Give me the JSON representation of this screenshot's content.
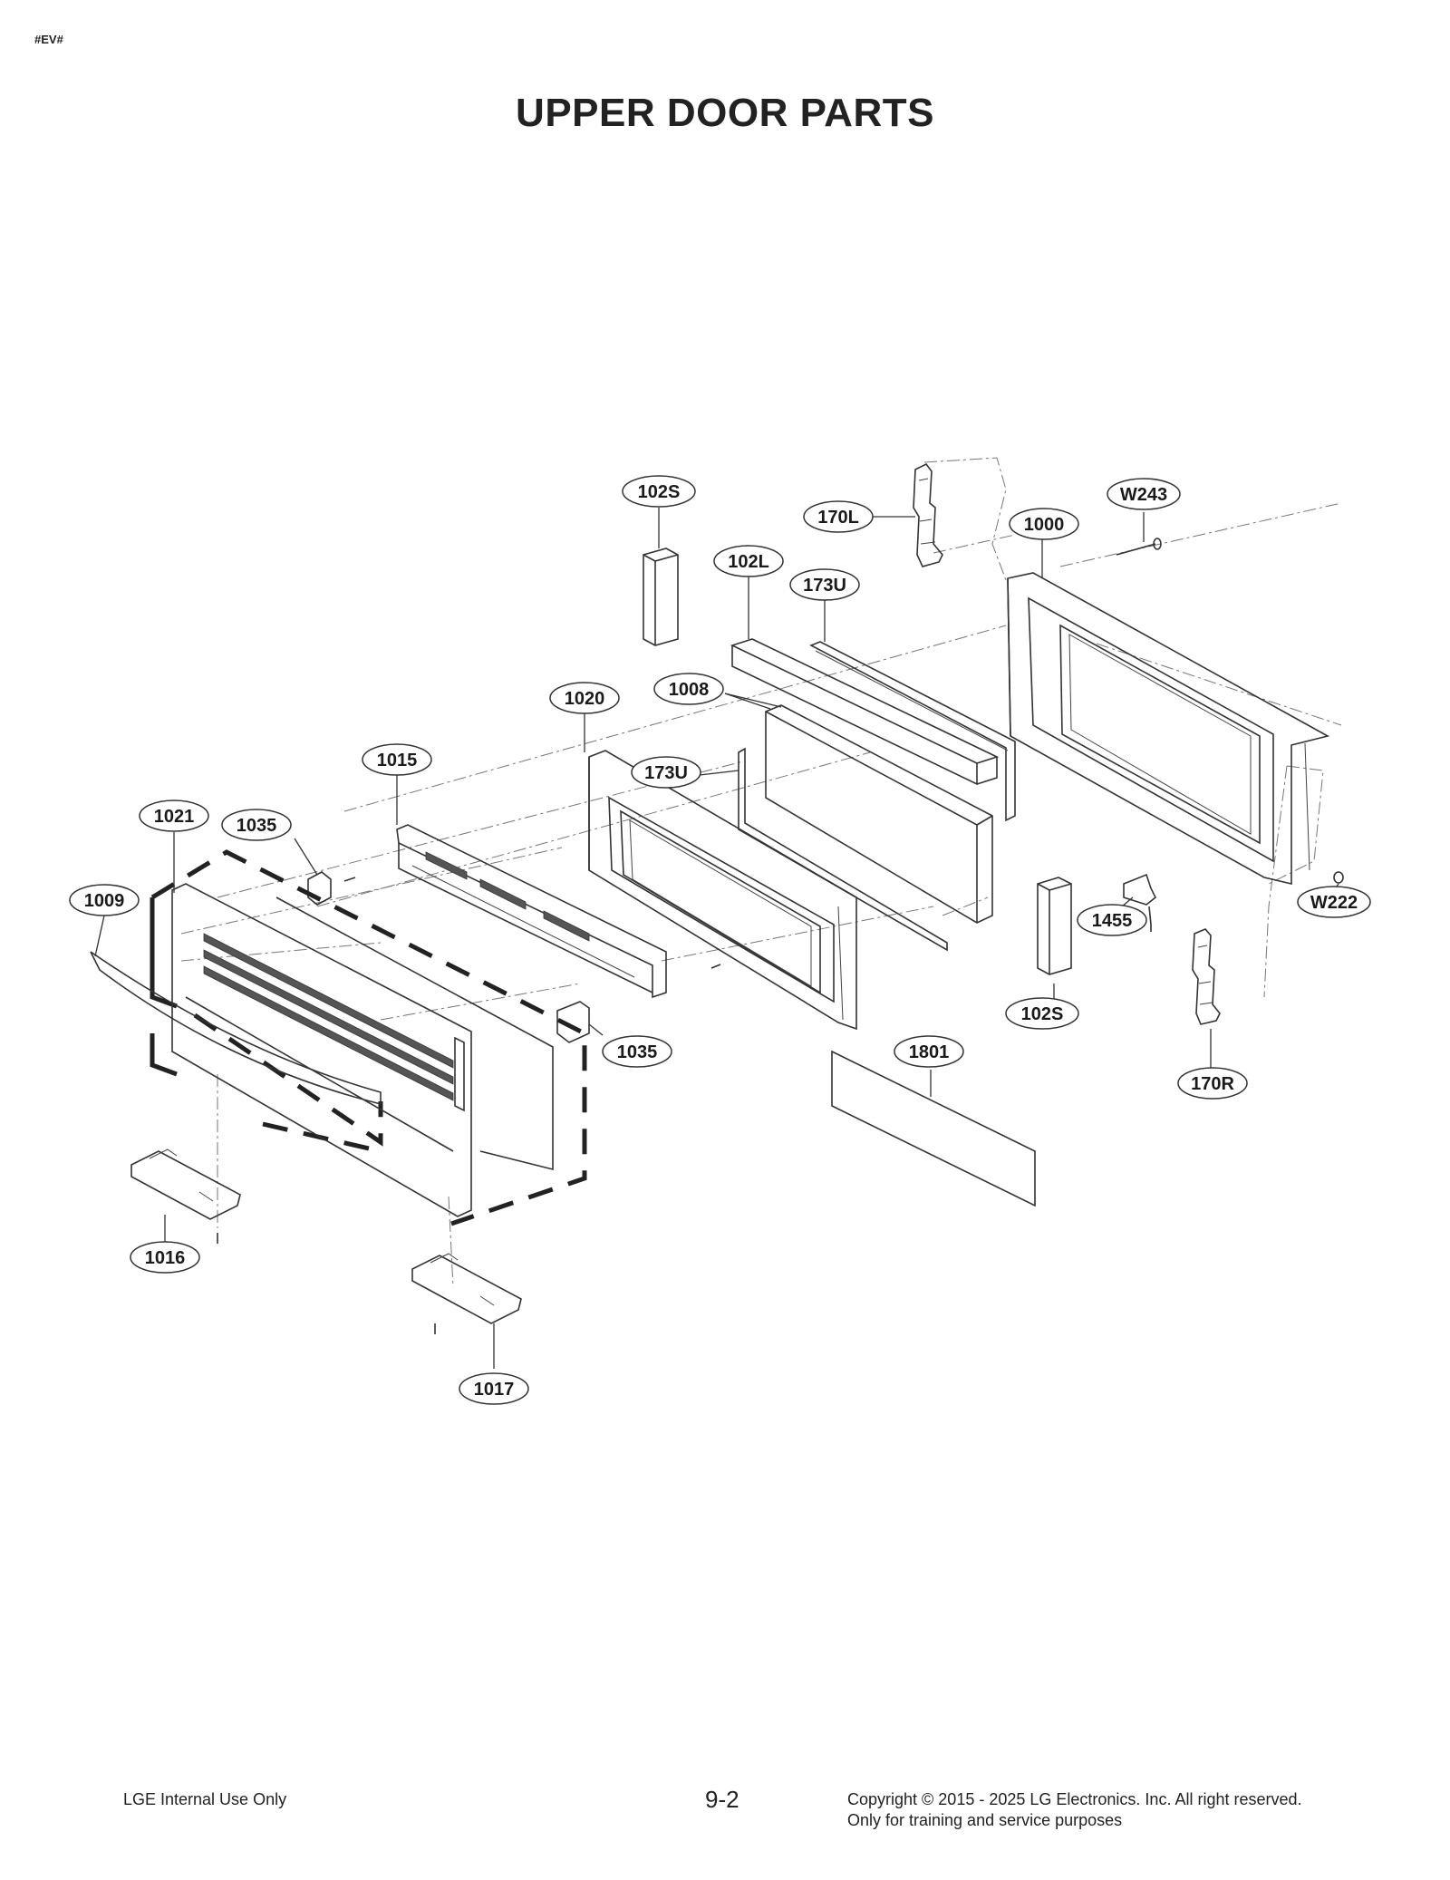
{
  "header": {
    "tag": "#EV#",
    "title": "UPPER DOOR PARTS"
  },
  "callouts": {
    "c102S_top": "102S",
    "c170L": "170L",
    "cW243": "W243",
    "c1000": "1000",
    "c102L": "102L",
    "c173U_top": "173U",
    "c1008": "1008",
    "c1020": "1020",
    "c173U_mid": "173U",
    "c1015": "1015",
    "c1021": "1021",
    "c1035_top": "1035",
    "c1009": "1009",
    "c1455": "1455",
    "cW222": "W222",
    "c102S_bot": "102S",
    "c1801": "1801",
    "c1035_bot": "1035",
    "c170R": "170R",
    "c1016": "1016",
    "c1017": "1017"
  },
  "footer": {
    "left": "LGE Internal Use Only",
    "page": "9-2",
    "copyright": "Copyright © 2015 - 2025 LG Electronics. Inc. All right reserved.",
    "note": "Only for training and service purposes"
  }
}
